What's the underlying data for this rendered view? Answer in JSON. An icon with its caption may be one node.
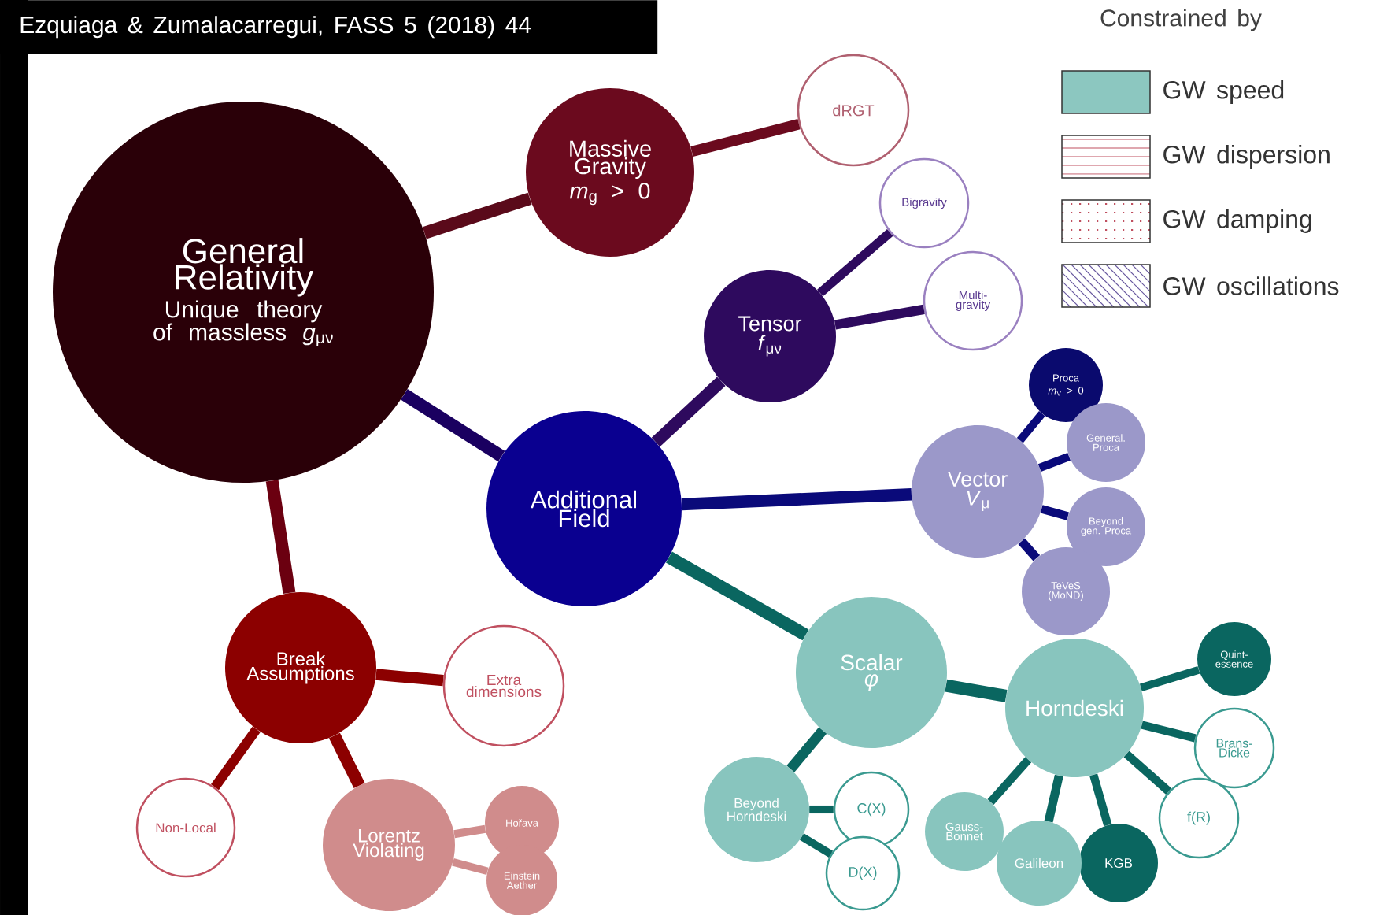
{
  "diagram": {
    "nodes": [
      {
        "text": [
          "General Relativity",
          "Unique theory of massless *g*$_{μν}$"
        ]
      },
      {
        "text": [
          "Massive Gravity",
          "*m*$_{g}$ > 0"
        ]
      },
      {
        "text": [
          "dRGT"
        ]
      },
      {
        "text": [
          "Additional Field"
        ]
      },
      {
        "text": [
          "Tensor",
          "*f*$_{μν}$"
        ]
      },
      {
        "text": [
          "Bigravity"
        ]
      },
      {
        "text": [
          "Multi-gravity"
        ]
      },
      {
        "text": [
          "Vector",
          "*V*$_{μ}$"
        ]
      },
      {
        "text": [
          "Proca",
          "*m*$_{V}$ > 0"
        ]
      },
      {
        "text": [
          "General. Proca"
        ]
      },
      {
        "text": [
          "Beyond gen. Proca"
        ]
      },
      {
        "text": [
          "TeVeS (MoND)"
        ]
      },
      {
        "text": [
          "Scalar",
          "φ"
        ]
      },
      {
        "text": [
          "Horndeski"
        ]
      },
      {
        "text": [
          "Quint-essence"
        ]
      },
      {
        "text": [
          "Brans-Dicke"
        ]
      },
      {
        "text": [
          "f(R)"
        ]
      },
      {
        "text": [
          "KGB"
        ]
      },
      {
        "text": [
          "Galileon"
        ]
      },
      {
        "text": [
          "Gauss-Bonnet"
        ]
      },
      {
        "text": [
          "Beyond Horndeski"
        ]
      },
      {
        "text": [
          "C(X)"
        ]
      },
      {
        "text": [
          "D(X)"
        ]
      },
      {
        "text": [
          "Break Assumptions"
        ]
      },
      {
        "text": [
          "Extra dimensions"
        ]
      },
      {
        "text": [
          "Non-Local"
        ]
      },
      {
        "text": [
          "Lorentz Violating"
        ]
      },
      {
        "text": [
          "Hořava"
        ]
      },
      {
        "text": [
          "Einstein Aether"
        ]
      }
    ],
    "edges": [
      {
        "from": 0,
        "to": 1,
        "arrow": "none",
        "color": "#5a0a1a"
      },
      {
        "from": 1,
        "to": 2,
        "arrow": "none",
        "color": "#6b0a1e"
      },
      {
        "from": 0,
        "to": 3,
        "arrow": "none",
        "color": "#1a0060"
      },
      {
        "from": 3,
        "to": 4,
        "arrow": "none",
        "color": "#2e0a5e"
      },
      {
        "from": 4,
        "to": 5,
        "arrow": "none",
        "color": "#2e0a5e"
      },
      {
        "from": 4,
        "to": 6,
        "arrow": "none",
        "color": "#2e0a5e"
      },
      {
        "from": 3,
        "to": 7,
        "arrow": "none",
        "color": "#0a0a7a"
      },
      {
        "from": 7,
        "to": 8,
        "arrow": "none",
        "color": "#0a0a7a"
      },
      {
        "from": 7,
        "to": 9,
        "arrow": "none",
        "color": "#0a0a7a"
      },
      {
        "from": 7,
        "to": 10,
        "arrow": "none",
        "color": "#0a0a7a"
      },
      {
        "from": 7,
        "to": 11,
        "arrow": "none",
        "color": "#0a0a7a"
      },
      {
        "from": 3,
        "to": 12,
        "arrow": "none"
      },
      {
        "from": 12,
        "to": 13,
        "arrow": "none"
      },
      {
        "from": 13,
        "to": 14,
        "arrow": "none"
      },
      {
        "from": 13,
        "to": 15,
        "arrow": "none"
      },
      {
        "from": 13,
        "to": 16,
        "arrow": "none"
      },
      {
        "from": 13,
        "to": 17,
        "arrow": "none"
      },
      {
        "from": 13,
        "to": 18,
        "arrow": "none"
      },
      {
        "from": 13,
        "to": 19,
        "arrow": "none"
      },
      {
        "from": 12,
        "to": 20,
        "arrow": "none"
      },
      {
        "from": 20,
        "to": 21,
        "arrow": "none"
      },
      {
        "from": 20,
        "to": 22,
        "arrow": "none"
      },
      {
        "from": 0,
        "to": 23,
        "arrow": "none",
        "color": "#6b0010"
      },
      {
        "from": 23,
        "to": 24,
        "arrow": "none",
        "color": "#8c0000"
      },
      {
        "from": 23,
        "to": 25,
        "arrow": "none",
        "color": "#8c0000"
      },
      {
        "from": 23,
        "to": 26,
        "arrow": "none",
        "color": "#8c0000"
      },
      {
        "from": 26,
        "to": 27,
        "arrow": "none",
        "color": "#d08c8c"
      },
      {
        "from": 26,
        "to": 28,
        "arrow": "none",
        "color": "#d08c8c"
      }
    ],
    "labels": [
      "Ezquiaga & Zumalacarregui, FASS 5 (2018) 44",
      "Constrained by"
    ],
    "legend": [
      {
        "text": "GW speed",
        "color": "#8cc7c0"
      },
      {
        "text": "GW dispersion"
      },
      {
        "text": "GW damping"
      },
      {
        "text": "GW oscillations"
      }
    ]
  }
}
